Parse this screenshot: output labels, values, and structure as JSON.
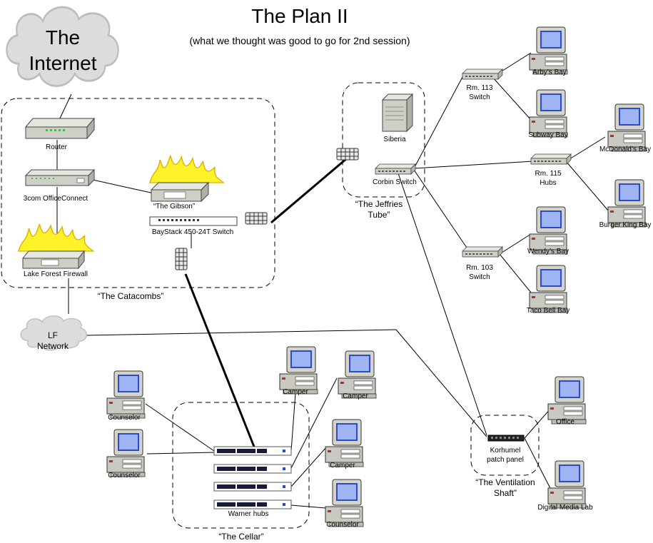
{
  "title": "The Plan II",
  "subtitle": "(what we thought was good to go for 2nd session)",
  "cloud_internet": [
    "The",
    "Internet"
  ],
  "cloud_lf": [
    "LF",
    "Network"
  ],
  "zones": {
    "catacombs": "“The Catacombs”",
    "jeffries": [
      "“The Jeffries",
      "Tube”"
    ],
    "cellar": "“The Cellar”",
    "ventilation": [
      "“The Ventilation",
      "Shaft”"
    ]
  },
  "devices": {
    "router": "Router",
    "officeconnect": "3com OfficeConnect",
    "firewall": "Lake Forest Firewall",
    "gibson": "“The Gibson”",
    "baystack": "BayStack 450-24T Switch",
    "siberia": "Siberia",
    "corbin": "Corbin Switch",
    "rm113": [
      "Rm. 113",
      "Switch"
    ],
    "rm115": [
      "Rm. 115",
      "Hubs"
    ],
    "rm103": [
      "Rm. 103",
      "Switch"
    ],
    "warner": "Warner hubs",
    "korhumel": [
      "Korhumel",
      "patch panel"
    ]
  },
  "computers": {
    "arbys": "Arby’s Bay",
    "subway": "Subway Bay",
    "mcdonalds": "McDonald’s Bay",
    "burgerking": "Burger King Bay",
    "wendys": "Wendy’s Bay",
    "tacobell": "Taco Bell Bay",
    "office": "Office",
    "dml": "Digital Media Lab",
    "counselor1": "Counselor",
    "counselor2": "Counselor",
    "counselor3": "Counselor",
    "camper1": "Camper",
    "camper2": "Camper",
    "camper3": "Camper"
  }
}
